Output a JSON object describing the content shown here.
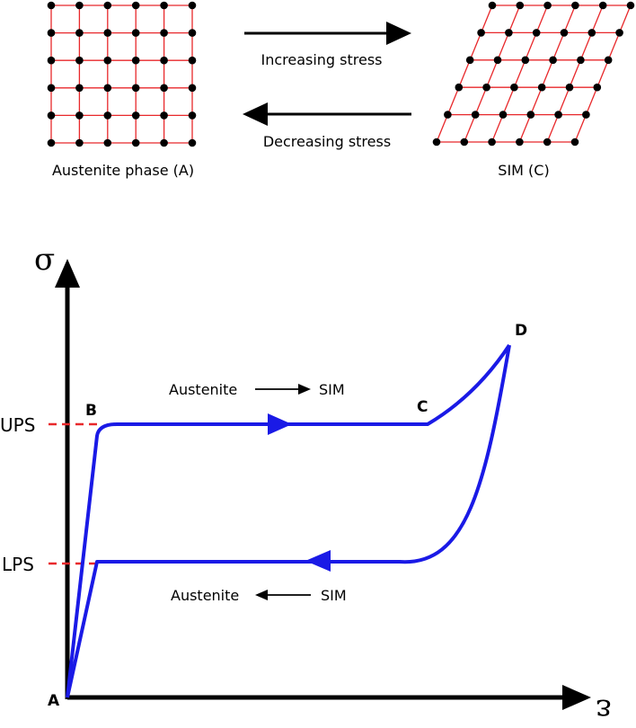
{
  "lattice": {
    "austenite_label": "Austenite phase (A)",
    "sim_label": "SIM (C)",
    "rows": 6,
    "cols": 6,
    "line_color": "#e8282b",
    "atom_color": "#000000"
  },
  "transform": {
    "forward_label": "Increasing stress",
    "reverse_label": "Decreasing stress"
  },
  "curve": {
    "y_axis_symbol": "σ",
    "x_axis_symbol": "ε",
    "ups_label": "UPS",
    "lps_label": "LPS",
    "point_a": "A",
    "point_b": "B",
    "point_c": "C",
    "point_d": "D",
    "loading_from": "Austenite",
    "loading_to": "SIM",
    "unloading_from": "Austenite",
    "unloading_to": "SIM",
    "curve_color": "#1a1ae6",
    "dash_color": "#e8282b"
  }
}
